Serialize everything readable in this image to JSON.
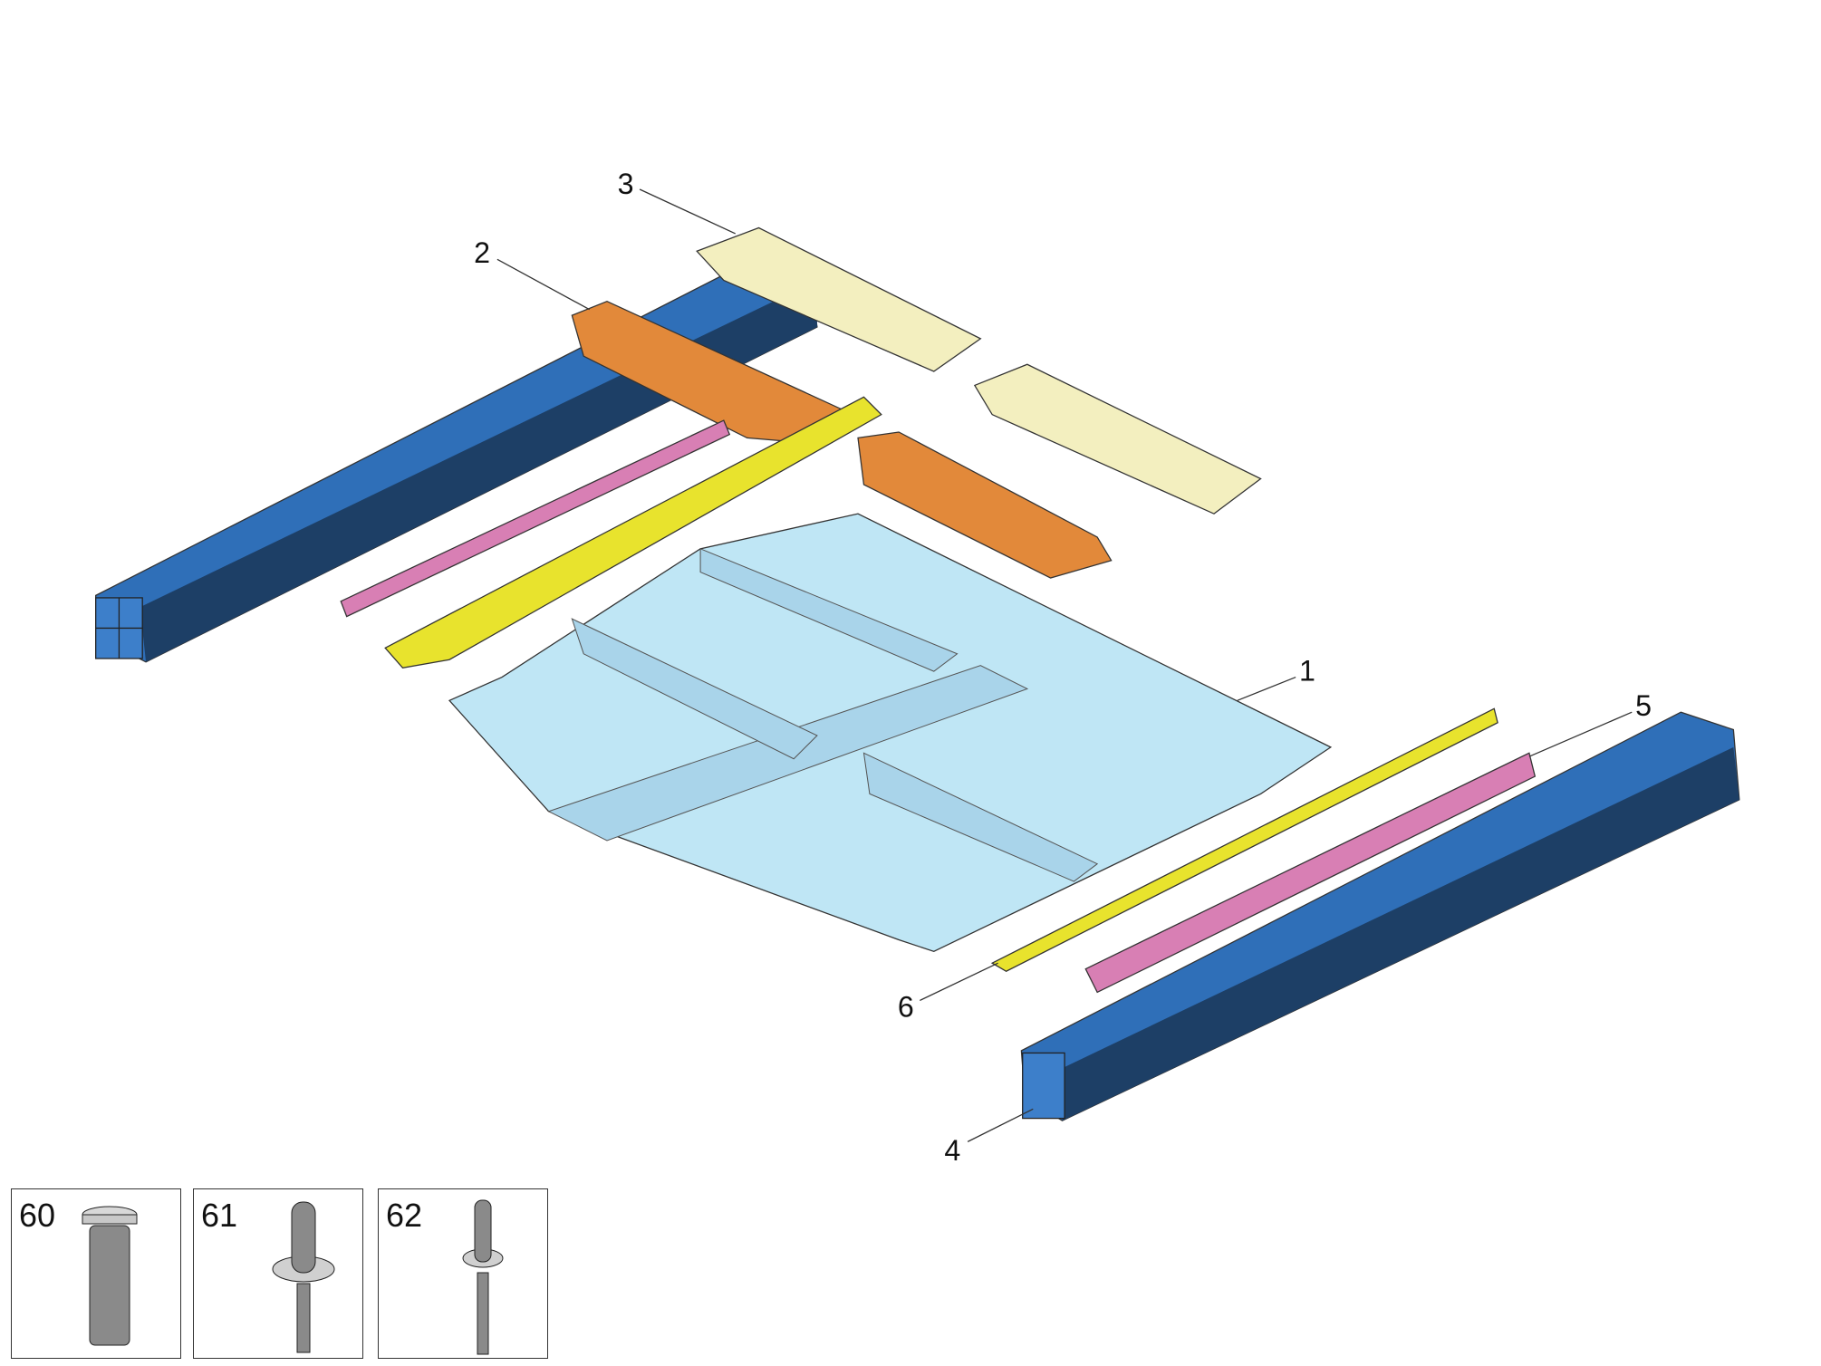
{
  "colors": {
    "side_sill_blue": "#2f6fb8",
    "crossmember_orange": "#e2893a",
    "crossmember_cream": "#f3efbf",
    "reinforcement_pink": "#d87fb4",
    "reinforcement_yellow": "#e8e32d",
    "floor_panel": "#bfe6f5"
  },
  "callouts": [
    {
      "id": "1",
      "label": "1"
    },
    {
      "id": "2",
      "label": "2"
    },
    {
      "id": "3",
      "label": "3"
    },
    {
      "id": "4",
      "label": "4"
    },
    {
      "id": "5",
      "label": "5"
    },
    {
      "id": "6",
      "label": "6"
    }
  ],
  "fasteners": [
    {
      "label": "60",
      "icon": "pin-icon"
    },
    {
      "label": "61",
      "icon": "rivet-stud-icon"
    },
    {
      "label": "62",
      "icon": "blind-rivet-icon"
    }
  ]
}
